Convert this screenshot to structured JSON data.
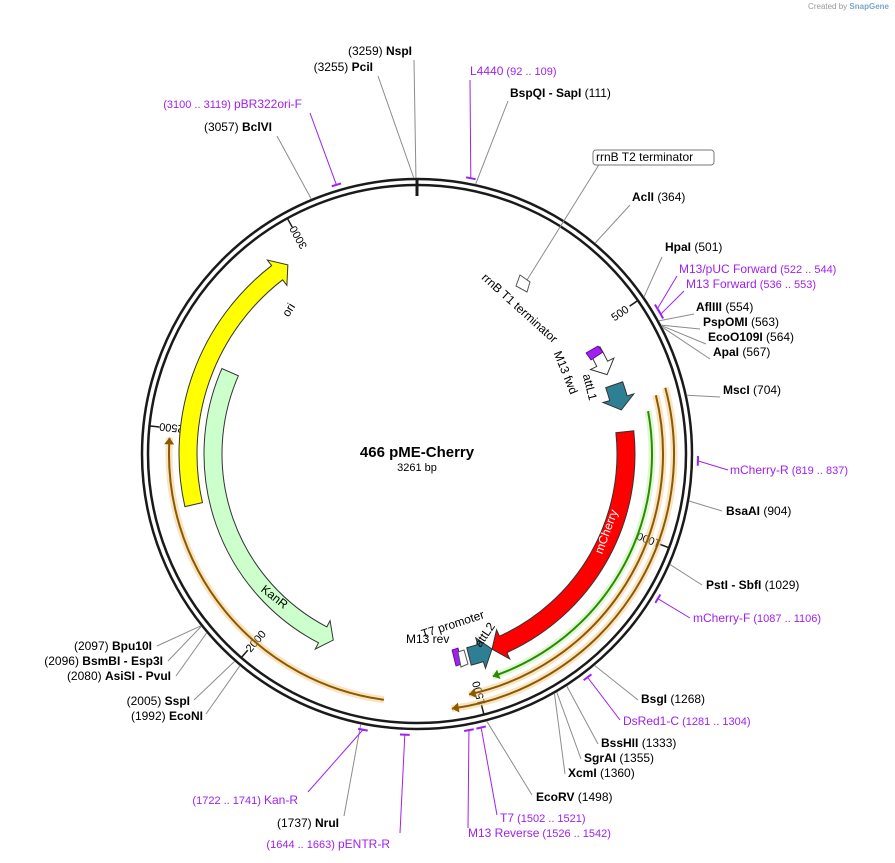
{
  "credit": {
    "prefix": "Created by",
    "brand": "SnapGene"
  },
  "plasmid": {
    "name": "466 pME-Cherry",
    "length_label": "3261 bp",
    "length": 3261
  },
  "ruler_ticks": [
    {
      "pos": 500,
      "label": "500"
    },
    {
      "pos": 1000,
      "label": "1000"
    },
    {
      "pos": 1500,
      "label": "1500"
    },
    {
      "pos": 2000,
      "label": "2000"
    },
    {
      "pos": 2500,
      "label": "2500"
    },
    {
      "pos": 3000,
      "label": "3000"
    }
  ],
  "features": [
    {
      "name": "ori",
      "start": 2330,
      "end": 2950,
      "dir": 1,
      "color": "#ffff00"
    },
    {
      "name": "KanR",
      "start": 1850,
      "end": 2660,
      "dir": -1,
      "color": "#ccffcc"
    },
    {
      "name": "mCherry",
      "start": 760,
      "end": 1440,
      "dir": 1,
      "color": "#ff0000"
    },
    {
      "name": "attL1",
      "start": 640,
      "end": 705,
      "dir": 1,
      "color": "#2f7f94"
    },
    {
      "name": "attL2",
      "start": 1440,
      "end": 1500,
      "dir": -1,
      "color": "#2f7f94"
    },
    {
      "name": "rrnB T1 terminator",
      "start": 540,
      "end": 610,
      "dir": 1,
      "color": "#ffffff"
    }
  ],
  "feature_labels": {
    "ori": "ori",
    "kanr": "KanR",
    "mcherry": "mCherry",
    "attl1": "attL1",
    "attl2": "attL2",
    "m13fwd": "M13 fwd",
    "rrnbt1": "rrnB T1 terminator",
    "t7promoter": "T7 promoter",
    "m13rev": "M13 rev",
    "rrnbt2": "rrnB T2 terminator"
  },
  "sites": [
    {
      "pos": 3259,
      "name": "NspI",
      "num": "(3259)"
    },
    {
      "pos": 3255,
      "name": "PciI",
      "num": "(3255)"
    },
    {
      "pos": 3057,
      "name": "BclVI",
      "num": "(3057)"
    },
    {
      "pos": 111,
      "name": "BspQI  -  SapI",
      "num": "(111)"
    },
    {
      "pos": 364,
      "name": "AclI",
      "num": "(364)"
    },
    {
      "pos": 501,
      "name": "HpaI",
      "num": "(501)"
    },
    {
      "pos": 554,
      "name": "AflIII",
      "num": "(554)"
    },
    {
      "pos": 563,
      "name": "PspOMI",
      "num": "(563)"
    },
    {
      "pos": 564,
      "name": "EcoO109I",
      "num": "(564)"
    },
    {
      "pos": 567,
      "name": "ApaI",
      "num": "(567)"
    },
    {
      "pos": 704,
      "name": "MscI",
      "num": "(704)"
    },
    {
      "pos": 904,
      "name": "BsaAI",
      "num": "(904)"
    },
    {
      "pos": 1029,
      "name": "PstI  -  SbfI",
      "num": "(1029)"
    },
    {
      "pos": 1268,
      "name": "BsgI",
      "num": "(1268)"
    },
    {
      "pos": 1333,
      "name": "BssHII",
      "num": "(1333)"
    },
    {
      "pos": 1355,
      "name": "SgrAI",
      "num": "(1355)"
    },
    {
      "pos": 1360,
      "name": "XcmI",
      "num": "(1360)"
    },
    {
      "pos": 1498,
      "name": "EcoRV",
      "num": "(1498)"
    },
    {
      "pos": 1737,
      "name": "NruI",
      "num": "(1737)"
    },
    {
      "pos": 1992,
      "name": "EcoNI",
      "num": "(1992)"
    },
    {
      "pos": 2005,
      "name": "SspI",
      "num": "(2005)"
    },
    {
      "pos": 2080,
      "name": "AsiSI  -  PvuI",
      "num": "(2080)"
    },
    {
      "pos": 2096,
      "name": "BsmBI  -  Esp3I",
      "num": "(2096)"
    },
    {
      "pos": 2097,
      "name": "Bpu10I",
      "num": "(2097)"
    }
  ],
  "primers": [
    {
      "pos": 100,
      "name": "L4440",
      "range": "(92 .. 109)"
    },
    {
      "pos": 533,
      "name": "M13/pUC Forward",
      "range": "(522 .. 544)"
    },
    {
      "pos": 545,
      "name": "M13 Forward",
      "range": "(536 .. 553)"
    },
    {
      "pos": 828,
      "name": "mCherry-R",
      "range": "(819 .. 837)"
    },
    {
      "pos": 1096,
      "name": "mCherry-F",
      "range": "(1087 .. 1106)"
    },
    {
      "pos": 1292,
      "name": "DsRed1-C",
      "range": "(1281 .. 1304)"
    },
    {
      "pos": 1511,
      "name": "T7",
      "range": "(1502 .. 1521)"
    },
    {
      "pos": 1534,
      "name": "M13 Reverse",
      "range": "(1526 .. 1542)"
    },
    {
      "pos": 1653,
      "name": "pENTR-R",
      "range": "(1644 .. 1663)"
    },
    {
      "pos": 1731,
      "name": "Kan-R",
      "range": "(1722 .. 1741)"
    },
    {
      "pos": 3110,
      "name": "pBR322ori-F",
      "range": "(3100 .. 3119)"
    }
  ],
  "colors": {
    "backbone": "#1a1a1a",
    "primer": "#a020f0",
    "site_line": "#8c8c8c",
    "orange_arc": "#e8a030",
    "green_arc": "#2e8b00"
  }
}
